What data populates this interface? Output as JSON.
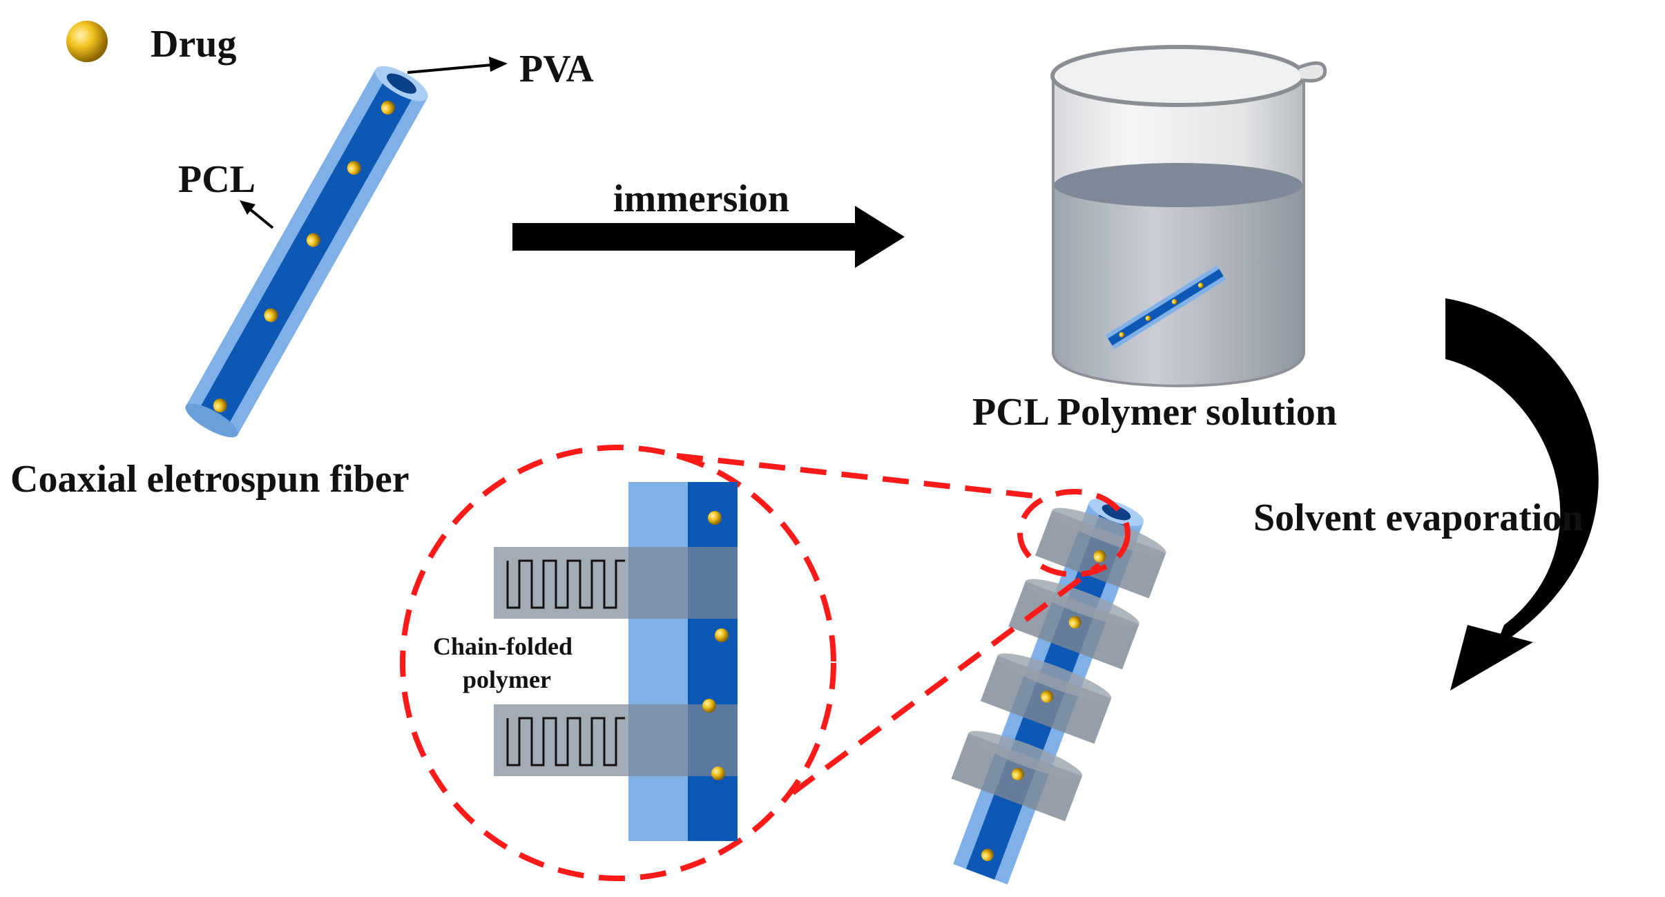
{
  "legend": {
    "drug_label": "Drug"
  },
  "fiber_labels": {
    "shell": "PVA",
    "core": "PCL",
    "caption": "Coaxial eletrospun fiber"
  },
  "steps": {
    "immersion": "immersion",
    "solution": "PCL Polymer solution",
    "evaporation": "Solvent evaporation"
  },
  "zoom": {
    "label_line1": "Chain-folded",
    "label_line2": "polymer"
  },
  "colors": {
    "shell": "#7fb0e8",
    "core": "#0d57b5",
    "drug": "#e7b21a",
    "ring": "#7c8794",
    "dash": "#ff1a1a",
    "arrow": "#000000"
  }
}
